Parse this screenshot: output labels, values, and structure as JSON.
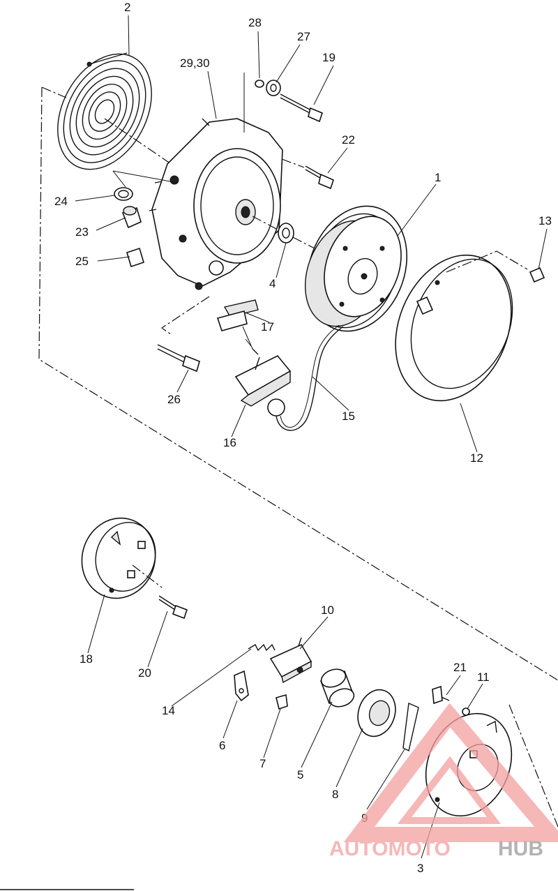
{
  "diagram": {
    "callouts": {
      "c1": "1",
      "c2": "2",
      "c3": "3",
      "c4": "4",
      "c5": "5",
      "c6": "6",
      "c7": "7",
      "c8": "8",
      "c9": "9",
      "c10": "10",
      "c11": "11",
      "c12": "12",
      "c13": "13",
      "c14": "14",
      "c15": "15",
      "c16": "16",
      "c17": "17",
      "c18": "18",
      "c19": "19",
      "c20": "20",
      "c21": "21",
      "c22": "22",
      "c23": "23",
      "c24": "24",
      "c25": "25",
      "c26": "26",
      "c27": "27",
      "c28": "28",
      "c2930": "29,30"
    }
  },
  "watermark": {
    "text_a": "AUTOMOTO",
    "text_b": "HUB",
    "color_primary": "#f4a0a0",
    "color_secondary": "#9a9a9a"
  }
}
